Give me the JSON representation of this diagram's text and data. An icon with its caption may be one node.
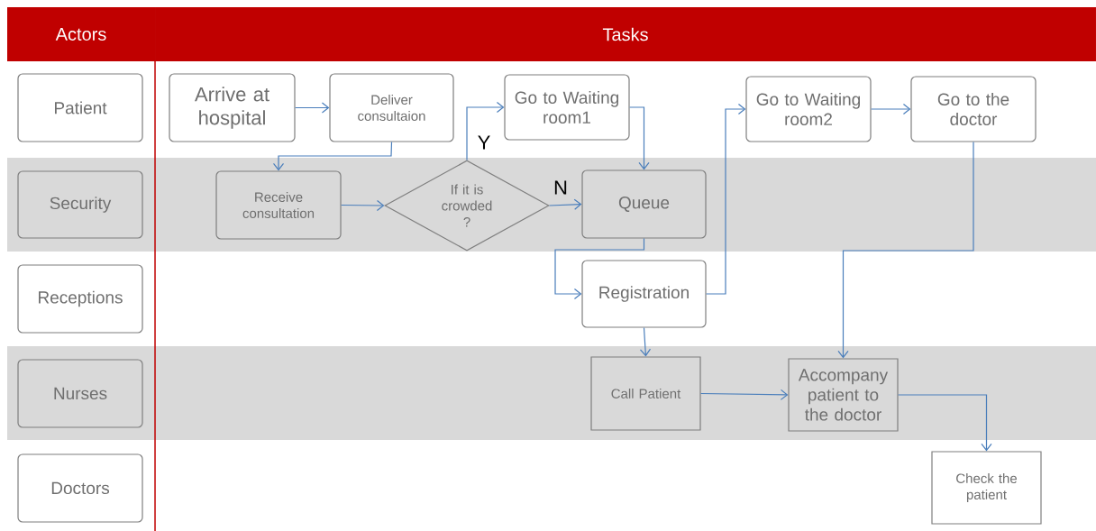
{
  "diagram": {
    "nodes": [
      {
        "text": [
          "Actors"
        ]
      },
      {
        "text": [
          "Tasks"
        ]
      },
      {
        "text": [
          "Patient"
        ]
      },
      {
        "text": [
          "Security"
        ]
      },
      {
        "text": [
          "Receptions"
        ]
      },
      {
        "text": [
          "Nurses"
        ]
      },
      {
        "text": [
          "Doctors"
        ]
      },
      {
        "text": [
          "Arrive at hospital"
        ]
      },
      {
        "text": [
          "Deliver consultaion"
        ]
      },
      {
        "text": [
          "Go to Waiting room1"
        ]
      },
      {
        "text": [
          "Go to Waiting room2"
        ]
      },
      {
        "text": [
          "Go to the doctor"
        ]
      },
      {
        "text": [
          "Receive consultation"
        ]
      },
      {
        "text": [
          "If it is crowded ?"
        ]
      },
      {
        "text": [
          "Queue"
        ]
      },
      {
        "text": [
          "Registration"
        ]
      },
      {
        "text": [
          "Call Patient"
        ]
      },
      {
        "text": [
          "Accompany patient to the doctor"
        ]
      },
      {
        "text": [
          "Check the patient"
        ]
      }
    ],
    "edges": [
      {
        "from": 7,
        "to": 8,
        "arrow": "to"
      },
      {
        "from": 8,
        "to": 12,
        "arrow": "to"
      },
      {
        "from": 12,
        "to": 13,
        "arrow": "to"
      },
      {
        "from": 13,
        "to": 9,
        "arrow": "to",
        "label": "Y"
      },
      {
        "from": 13,
        "to": 14,
        "arrow": "to",
        "label": "N"
      },
      {
        "from": 9,
        "to": 14,
        "arrow": "to"
      },
      {
        "from": 14,
        "to": 15,
        "arrow": "to"
      },
      {
        "from": 15,
        "to": 10,
        "arrow": "to"
      },
      {
        "from": 15,
        "to": 16,
        "arrow": "to"
      },
      {
        "from": 10,
        "to": 11,
        "arrow": "to"
      },
      {
        "from": 11,
        "to": 17,
        "arrow": "to"
      },
      {
        "from": 16,
        "to": 17,
        "arrow": "to"
      },
      {
        "from": 17,
        "to": 18,
        "arrow": "to"
      }
    ]
  }
}
